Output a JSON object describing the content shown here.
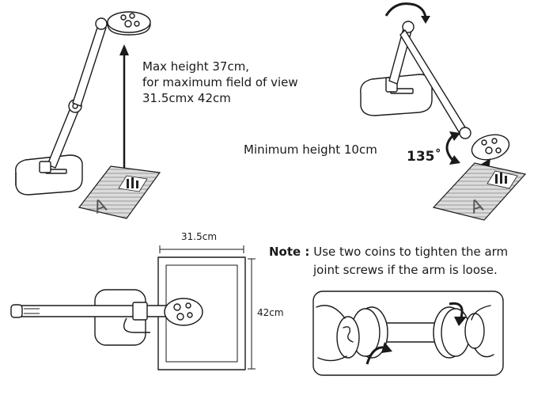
{
  "labels": {
    "max_height_line1": "Max height 37cm,",
    "max_height_line2": "for maximum field of view",
    "max_height_line3": "31.5cmx 42cm",
    "min_height": "Minimum height 10cm",
    "angle": "135˚",
    "width_dim": "31.5cm",
    "height_dim": "42cm",
    "note_label": "Note :",
    "note_line1": "Use two coins to tighten the arm",
    "note_line2": "joint screws if the arm is loose.",
    "paper_letter_left": "A",
    "paper_letter_right": "A"
  }
}
